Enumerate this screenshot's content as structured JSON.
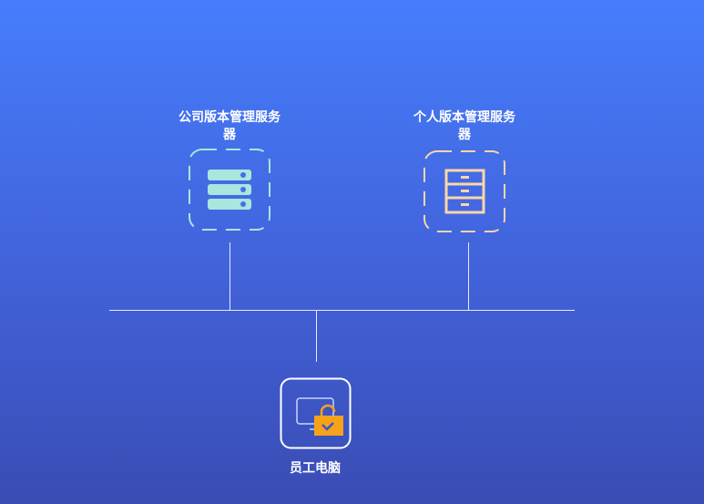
{
  "nodes": {
    "company_server": {
      "label": "公司版本管理服务器",
      "color": "#a8e6de"
    },
    "personal_server": {
      "label": "个人版本管理服务器",
      "color": "#fbd6a8"
    },
    "employee_pc": {
      "label": "员工电脑",
      "accent": "#f7a21b"
    }
  }
}
